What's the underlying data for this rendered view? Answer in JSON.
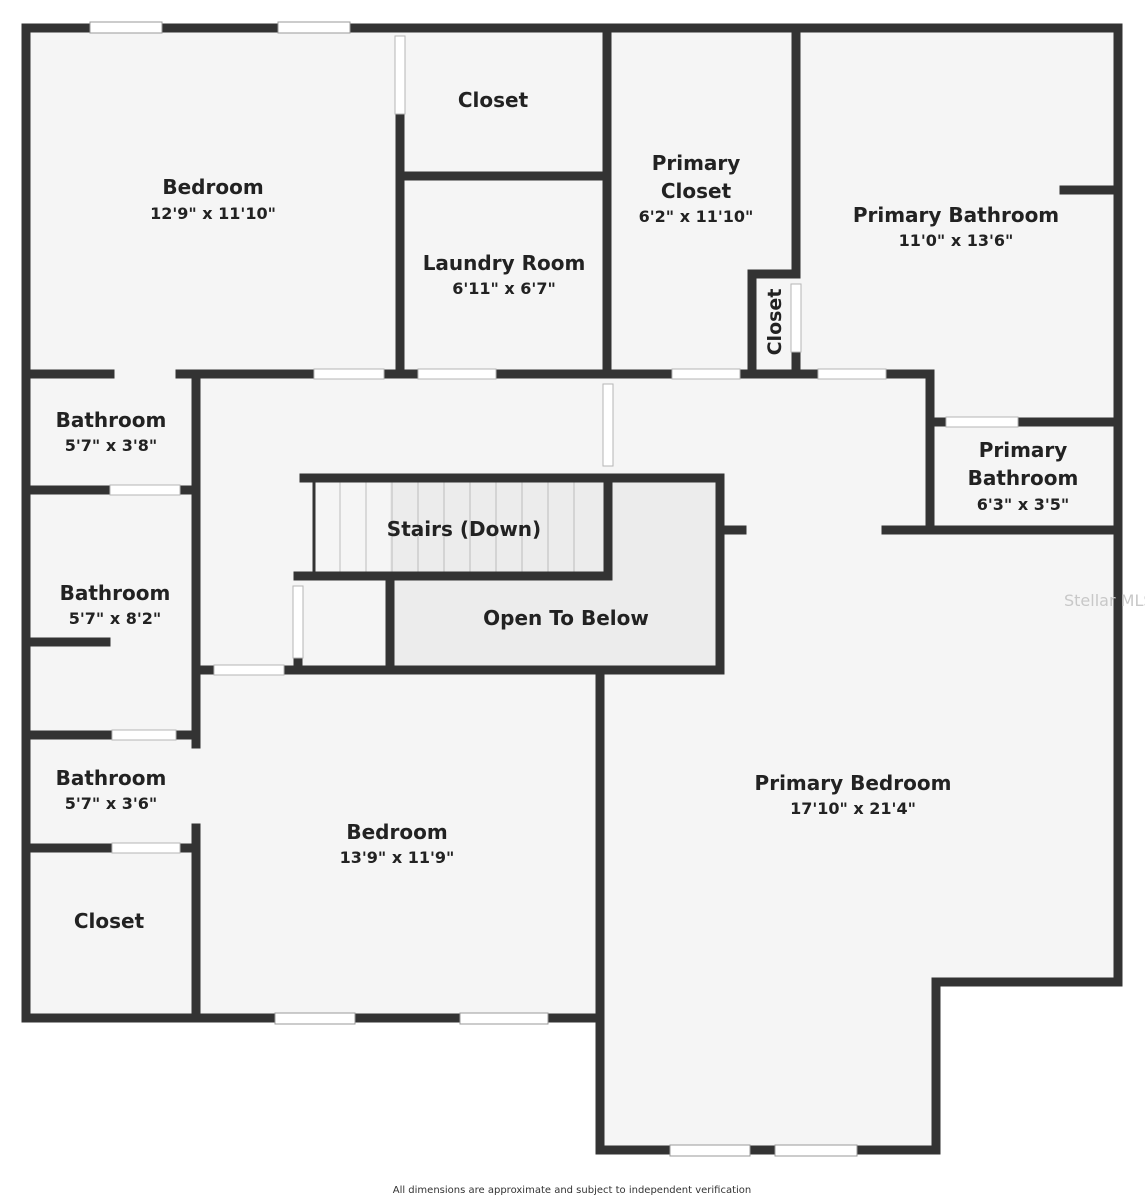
{
  "colors": {
    "wall": "#333333",
    "floor": "#f5f5f5",
    "open_area": "#ececec",
    "window": "#ffffff"
  },
  "rooms": {
    "bedroom_nw": {
      "name": "Bedroom",
      "dims": "12'9\" x 11'10\""
    },
    "closet_top": {
      "name": "Closet"
    },
    "laundry": {
      "name": "Laundry Room",
      "dims": "6'11\" x 6'7\""
    },
    "primary_closet": {
      "name_line1": "Primary",
      "name_line2": "Closet",
      "dims": "6'2\" x 11'10\""
    },
    "closet_small": {
      "name": "Closet"
    },
    "primary_bath_large": {
      "name": "Primary Bathroom",
      "dims": "11'0\" x 13'6\""
    },
    "bath_1": {
      "name": "Bathroom",
      "dims": "5'7\" x 3'8\""
    },
    "bath_2": {
      "name": "Bathroom",
      "dims": "5'7\" x 8'2\""
    },
    "bath_3": {
      "name": "Bathroom",
      "dims": "5'7\" x 3'6\""
    },
    "closet_sw": {
      "name": "Closet"
    },
    "stairs": {
      "name": "Stairs (Down)"
    },
    "open_below": {
      "name": "Open To Below"
    },
    "primary_bath_small": {
      "name_line1": "Primary",
      "name_line2": "Bathroom",
      "dims": "6'3\" x 3'5\""
    },
    "bedroom_s": {
      "name": "Bedroom",
      "dims": "13'9\" x 11'9\""
    },
    "primary_bedroom": {
      "name": "Primary Bedroom",
      "dims": "17'10\" x 21'4\""
    }
  },
  "watermark": "Stellar MLS",
  "disclaimer": "All dimensions are approximate and subject to independent verification"
}
